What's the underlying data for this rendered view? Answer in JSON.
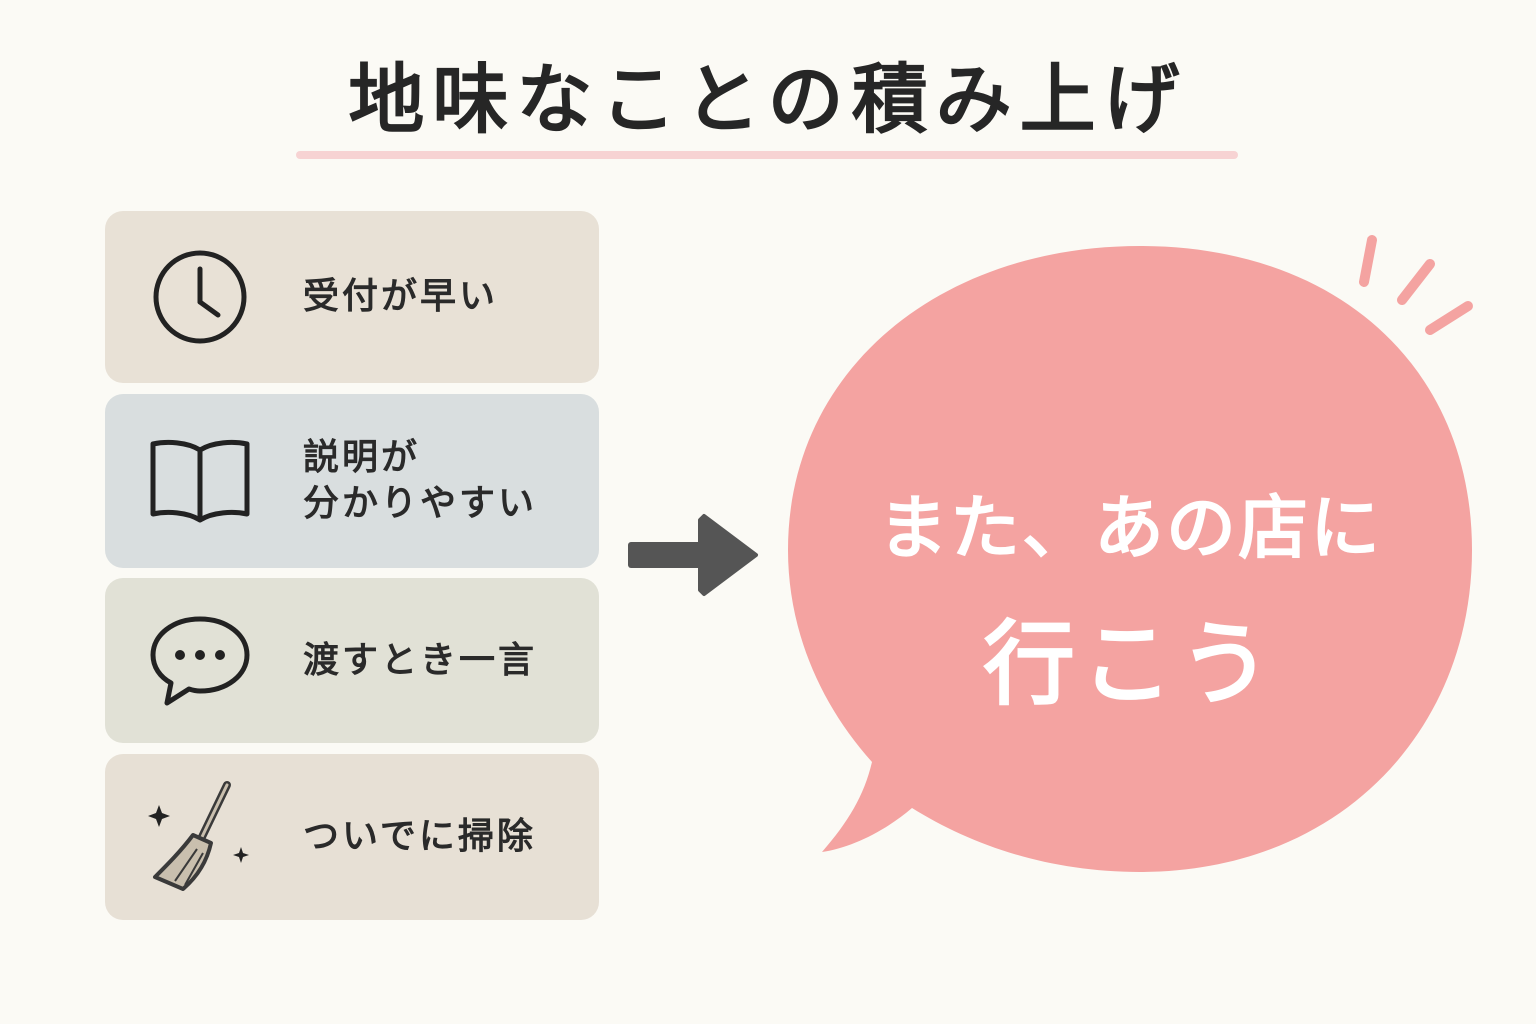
{
  "title": "地味なことの積み上げ",
  "items": [
    {
      "icon": "clock-icon",
      "lines": [
        "受付が早い"
      ]
    },
    {
      "icon": "open-book-icon",
      "lines": [
        "説明が",
        "分かりやすい"
      ]
    },
    {
      "icon": "speech-bubble-icon",
      "lines": [
        "渡すとき一言"
      ]
    },
    {
      "icon": "broom-icon",
      "lines": [
        "ついでに掃除"
      ]
    }
  ],
  "result": {
    "line1": "また、あの店に",
    "line2": "行こう"
  },
  "colors": {
    "background": "#fbfaf5",
    "accent_pink": "#f4a3a1",
    "underline": "#f7d3d3",
    "arrow": "#555555",
    "card1": "#e8e1d6",
    "card2": "#d9dedf",
    "card3": "#e1e1d6",
    "card4": "#e7e0d5"
  }
}
